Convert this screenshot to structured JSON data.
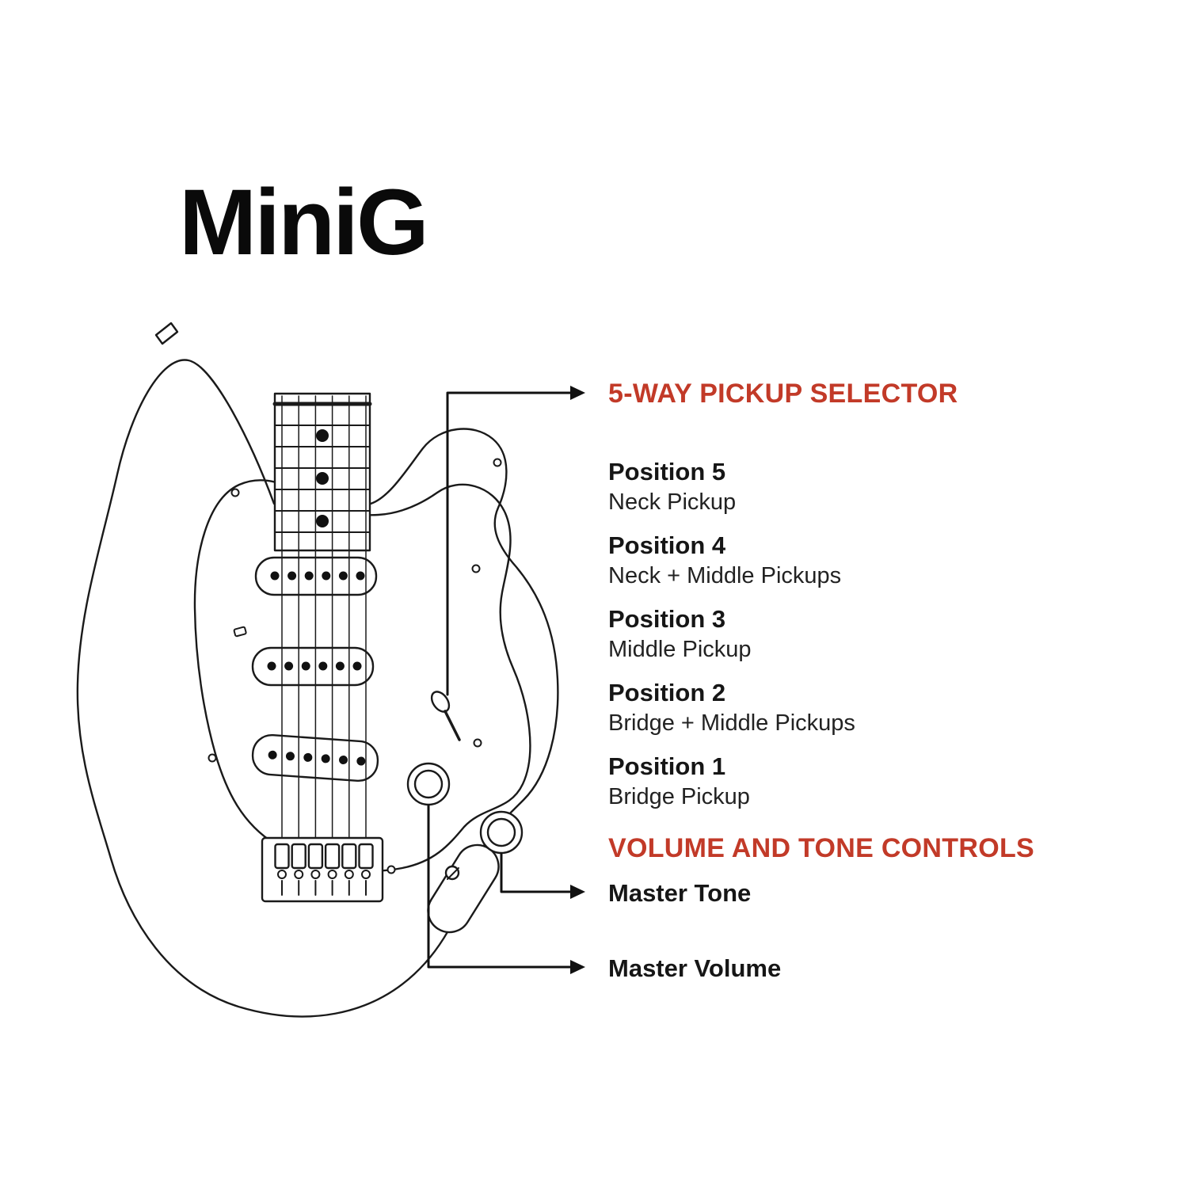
{
  "title": "MiniG",
  "colors": {
    "accent": "#C23A28",
    "ink": "#1A1A1A"
  },
  "selector_section": {
    "heading": "5-WAY PICKUP SELECTOR",
    "positions": [
      {
        "label": "Position 5",
        "desc": "Neck Pickup"
      },
      {
        "label": "Position 4",
        "desc": "Neck + Middle Pickups"
      },
      {
        "label": "Position 3",
        "desc": "Middle Pickup"
      },
      {
        "label": "Position 2",
        "desc": "Bridge + Middle Pickups"
      },
      {
        "label": "Position 1",
        "desc": "Bridge Pickup"
      }
    ]
  },
  "controls_section": {
    "heading": "VOLUME AND TONE CONTROLS",
    "controls": [
      {
        "label": "Master Tone"
      },
      {
        "label": "Master Volume"
      }
    ]
  }
}
